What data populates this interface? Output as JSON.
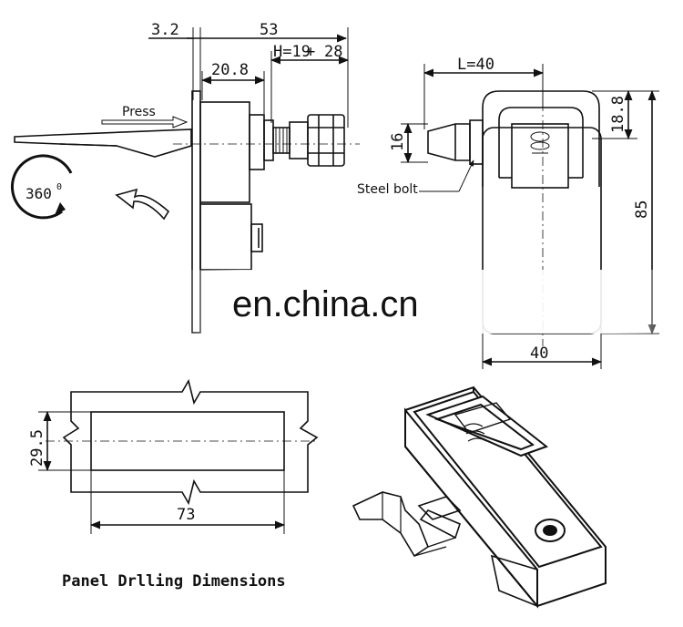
{
  "side_view": {
    "dim_thickness": "3.2",
    "dim_total_depth": "53",
    "dim_h": "H=19",
    "dim_plus": "+",
    "dim_28": "28",
    "dim_body_depth": "20.8",
    "press_label": "Press",
    "rotation_label": "360",
    "rotation_unit": "0"
  },
  "front_view": {
    "dim_l": "L=40",
    "dim_bolt": "16",
    "dim_top": "18.8",
    "dim_height": "85",
    "dim_width": "40",
    "steel_bolt_label": "Steel bolt"
  },
  "drilling": {
    "dim_height": "29.5",
    "dim_width": "73",
    "caption": "Panel Drlling Dimensions"
  },
  "watermark": {
    "text": "en.china.cn"
  },
  "colors": {
    "line": "#111111",
    "fill_dark": "#1a1a1a",
    "watermark_band": "#ffffff"
  }
}
